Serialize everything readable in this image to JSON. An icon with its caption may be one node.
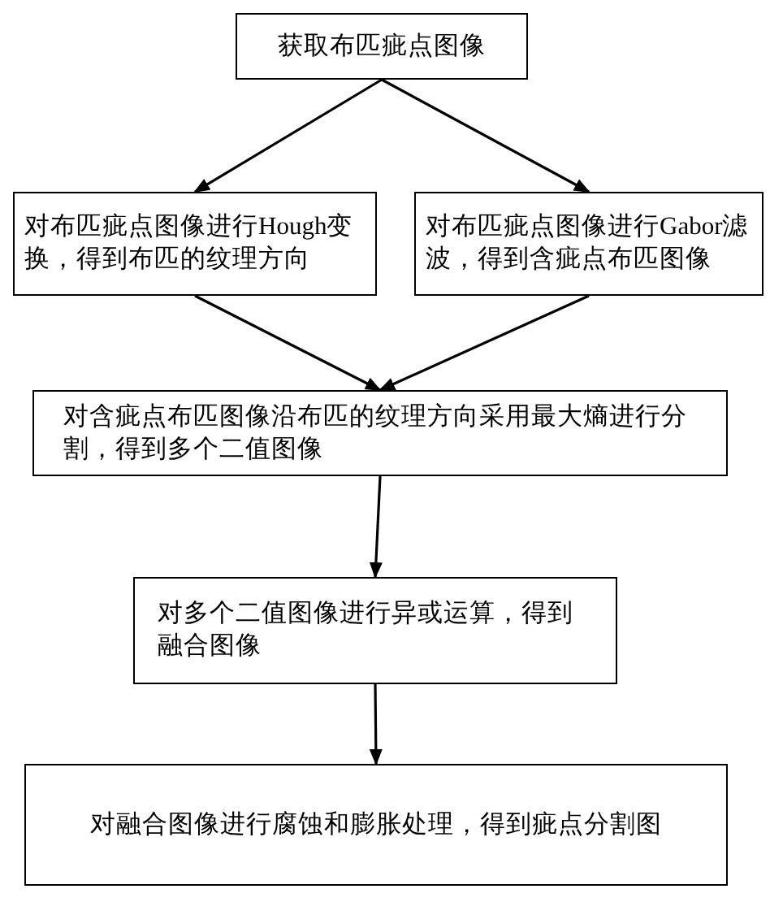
{
  "diagram": {
    "nodes": [
      {
        "text": [
          "获取布匹疵点图像"
        ]
      },
      {
        "text": [
          "对布匹疵点图像进行Hough变换，得到布匹的纹理方向"
        ]
      },
      {
        "text": [
          "对布匹疵点图像进行Gabor滤波，得到含疵点布匹图像"
        ]
      },
      {
        "text": [
          "对含疵点布匹图像沿布匹的纹理方向采用最大熵进行分割，得到多个二值图像"
        ]
      },
      {
        "text": [
          "对多个二值图像进行异或运算，得到融合图像"
        ]
      },
      {
        "text": [
          "对融合图像进行腐蚀和膨胀处理，得到疵点分割图"
        ]
      }
    ],
    "edges": [
      {
        "from": 0,
        "to": 1,
        "arrow": "to"
      },
      {
        "from": 0,
        "to": 2,
        "arrow": "to"
      },
      {
        "from": 1,
        "to": 3,
        "arrow": "to"
      },
      {
        "from": 2,
        "to": 3,
        "arrow": "to"
      },
      {
        "from": 3,
        "to": 4,
        "arrow": "to"
      },
      {
        "from": 4,
        "to": 5,
        "arrow": "to"
      }
    ]
  }
}
